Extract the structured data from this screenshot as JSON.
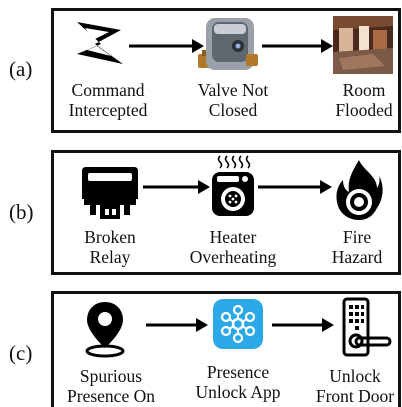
{
  "panels": [
    {
      "label": "(a)",
      "steps": [
        {
          "icon": "intercept-lightning-icon",
          "caption_line1": "Command",
          "caption_line2": "Intercepted"
        },
        {
          "icon": "water-valve-icon",
          "caption_line1": "Valve Not",
          "caption_line2": "Closed"
        },
        {
          "icon": "flooded-room-icon",
          "caption_line1": "Room",
          "caption_line2": "Flooded"
        }
      ]
    },
    {
      "label": "(b)",
      "steps": [
        {
          "icon": "relay-icon",
          "caption_line1": "Broken",
          "caption_line2": "Relay"
        },
        {
          "icon": "heater-icon",
          "caption_line1": "Heater",
          "caption_line2": "Overheating"
        },
        {
          "icon": "fire-hazard-icon",
          "caption_line1": "Fire",
          "caption_line2": "Hazard"
        }
      ]
    },
    {
      "label": "(c)",
      "steps": [
        {
          "icon": "location-pin-icon",
          "caption_line1": "Spurious",
          "caption_line2": "Presence On"
        },
        {
          "icon": "smartapp-icon",
          "caption_line1": "Presence",
          "caption_line2": "Unlock App"
        },
        {
          "icon": "door-lock-icon",
          "caption_line1": "Unlock",
          "caption_line2": "Front Door"
        }
      ]
    }
  ]
}
